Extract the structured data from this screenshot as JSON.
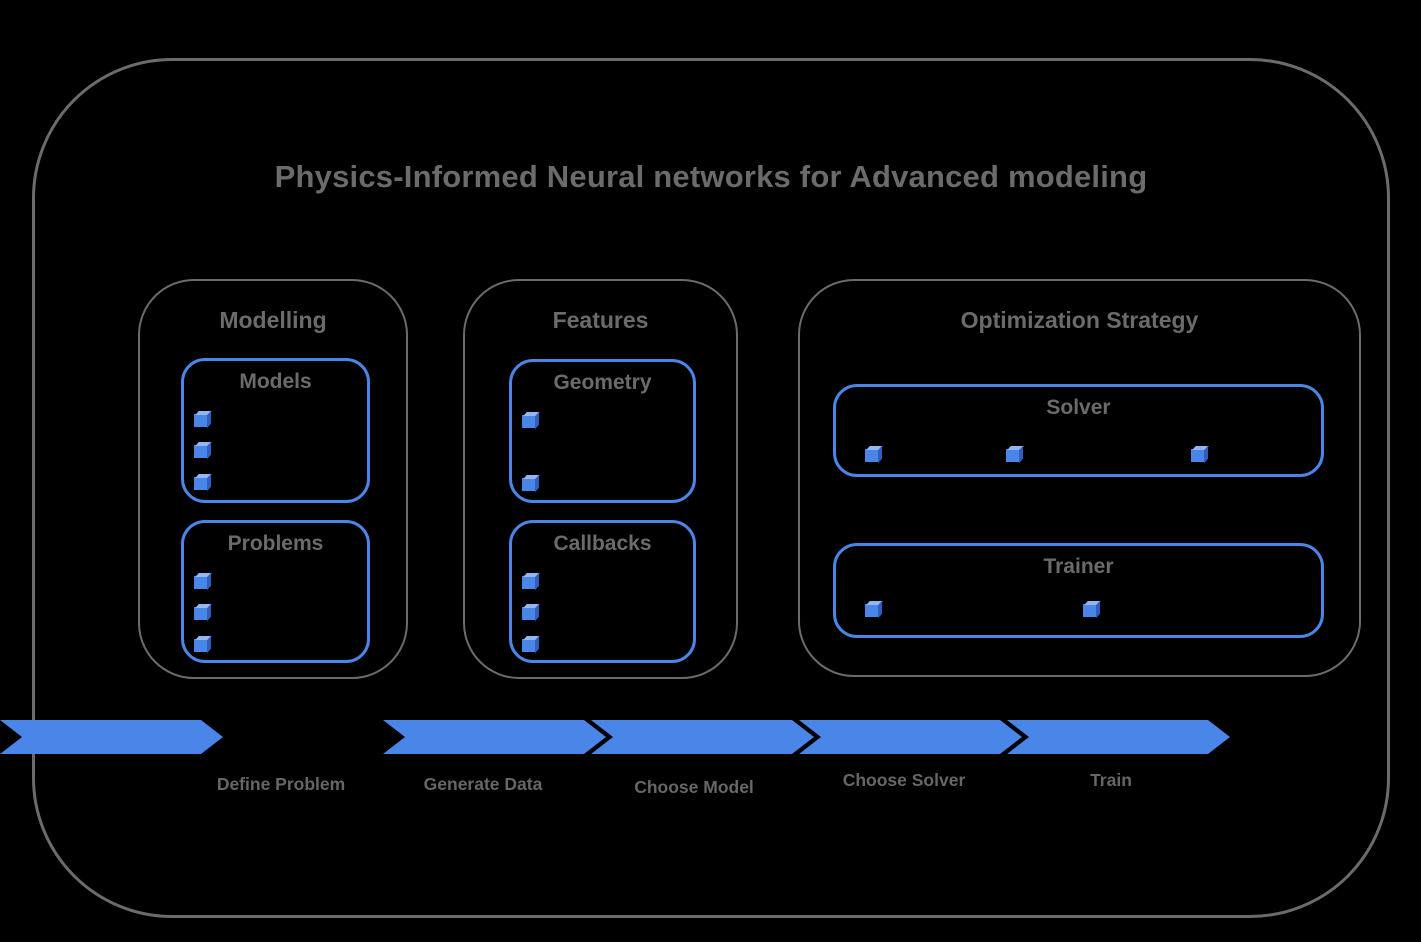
{
  "title": "Physics-Informed Neural networks for Advanced modeling",
  "palette": {
    "background": "#000000",
    "gray": "#6b6b6b",
    "blue": "#4a86e8",
    "cube_front": "#4a86e8",
    "cube_top": "#93b5f1",
    "cube_side": "#2e5fbe",
    "label_gray": "#666666"
  },
  "bullet_icon": "cube-icon",
  "sections": [
    {
      "title": "Modelling",
      "boxes": [
        {
          "title": "Models",
          "bullet_count": 3
        },
        {
          "title": "Problems",
          "bullet_count": 3
        }
      ]
    },
    {
      "title": "Features",
      "boxes": [
        {
          "title": "Geometry",
          "bullet_count": 2
        },
        {
          "title": "Callbacks",
          "bullet_count": 3
        }
      ]
    },
    {
      "title": "Optimization Strategy",
      "boxes": [
        {
          "title": "Solver",
          "bullet_count": 3
        },
        {
          "title": "Trainer",
          "bullet_count": 2
        }
      ]
    }
  ],
  "pipeline": {
    "steps": [
      {
        "label": "Define Problem"
      },
      {
        "label": "Generate Data"
      },
      {
        "label": "Choose Model"
      },
      {
        "label": "Choose Solver"
      },
      {
        "label": "Train"
      }
    ]
  }
}
